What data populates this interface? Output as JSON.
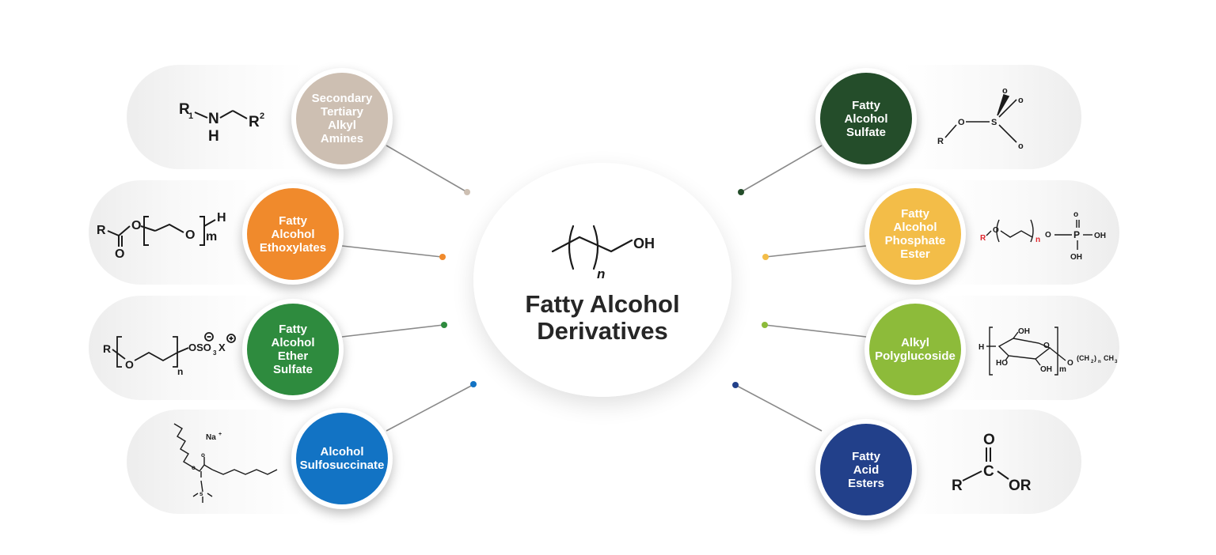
{
  "center": {
    "title_line1": "Fatty Alcohol",
    "title_line2": "Derivatives",
    "formula": {
      "oh": "OH",
      "n": "n"
    }
  },
  "left_items": [
    {
      "label": "Secondary\nTertiary\nAlkyl\nAmines",
      "color": "#cdbfb2",
      "formula": {
        "r1": "R",
        "sub1": "1",
        "n": "N",
        "h": "H",
        "r2": "R",
        "sup2": "2"
      }
    },
    {
      "label": "Fatty\nAlcohol\nEthoxylates",
      "color": "#f08a2c",
      "formula": {
        "r": "R",
        "o1": "O",
        "o2": "O",
        "o3": "O",
        "h": "H",
        "m": "m"
      }
    },
    {
      "label": "Fatty\nAlcohol\nEther\nSulfate",
      "color": "#2e8b3e",
      "formula": {
        "r": "R",
        "o": "O",
        "oso": "OSO",
        "sub3": "3",
        "x": "X",
        "n": "n"
      }
    },
    {
      "label": "Alcohol\nSulfosuccinate",
      "color": "#1273c4",
      "formula": {
        "na": "Na",
        "plus": "+"
      }
    }
  ],
  "right_items": [
    {
      "label": "Fatty\nAlcohol\nSulfate",
      "color": "#244d2a",
      "formula": {
        "r": "R",
        "o": "O",
        "s": "S"
      }
    },
    {
      "label": "Fatty\nAlcohol\nPhosphate\nEster",
      "color": "#f3bd48",
      "formula": {
        "r": "R",
        "o": "O",
        "n": "n",
        "p": "P",
        "oh": "OH"
      }
    },
    {
      "label": "Alkyl\nPolyglucoside",
      "color": "#8dbb3a",
      "formula": {
        "h": "H",
        "oh": "OH",
        "ho": "HO",
        "o": "O",
        "m": "m",
        "tail_a": "(CH",
        "tail_b": ")",
        "tail_n": "n",
        "tail_c": "CH",
        "sub2": "2",
        "sub3": "3"
      }
    },
    {
      "label": "Fatty\nAcid\nEsters",
      "color": "#22408a",
      "formula": {
        "o": "O",
        "r": "R",
        "c": "C",
        "or": "OR"
      }
    }
  ],
  "dot_colors": [
    "#cdbfb2",
    "#f08a2c",
    "#2e8b3e",
    "#1273c4",
    "#244d2a",
    "#f3bd48",
    "#8dbb3a",
    "#22408a"
  ]
}
